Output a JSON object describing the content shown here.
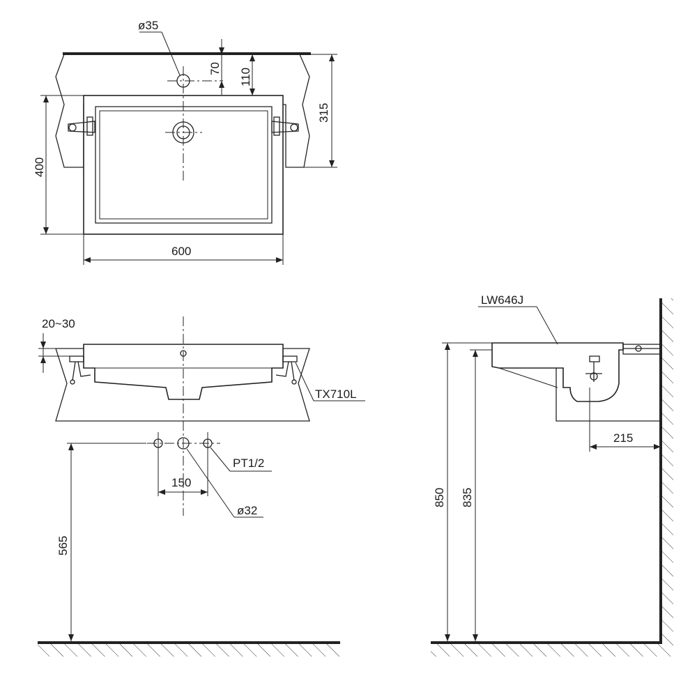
{
  "top_view": {
    "tap_hole_label": "ø35",
    "dim_70": "70",
    "dim_110": "110",
    "dim_315": "315",
    "dim_400": "400",
    "dim_600": "600"
  },
  "front_view": {
    "counter_thickness_label": "20~30",
    "clamp_label": "TX710L",
    "pipe_thread_label": "PT1/2",
    "spacing_label": "150",
    "drain_label": "ø32",
    "height_565": "565"
  },
  "side_view": {
    "bracket_label": "LW646J",
    "height_850": "850",
    "height_835": "835",
    "wall_offset_215": "215"
  }
}
